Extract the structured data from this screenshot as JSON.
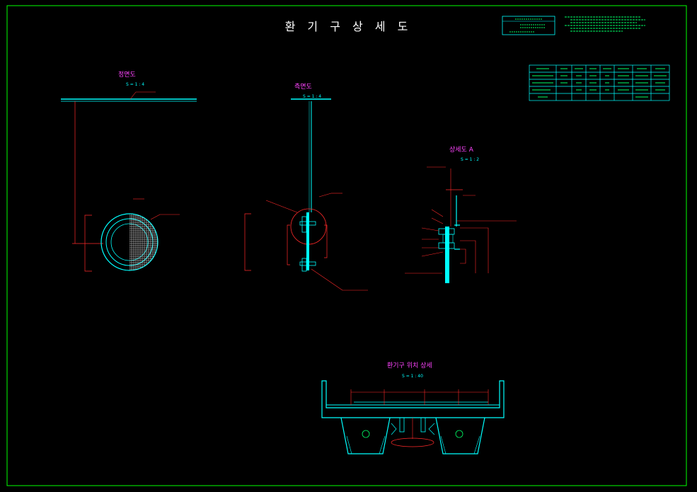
{
  "title": "환 기 구 상 세 도",
  "views": {
    "front": {
      "label": "정면도",
      "scale": "S = 1 : 4"
    },
    "side": {
      "label": "측면도",
      "scale": "S = 1 : 4"
    },
    "detail_a": {
      "label": "상세도 A",
      "scale": "S = 1 : 2"
    },
    "location": {
      "label": "환기구 위치 상세",
      "scale": "S = 1 : 40"
    }
  },
  "colors": {
    "background": "#000000",
    "border": "#00ff00",
    "outline": "#00ffff",
    "dimension": "#ff2a2a",
    "label": "#ff44ff",
    "note": "#00ff66",
    "title": "#ffffff"
  },
  "table": {
    "columns": 8,
    "rows": 5
  }
}
